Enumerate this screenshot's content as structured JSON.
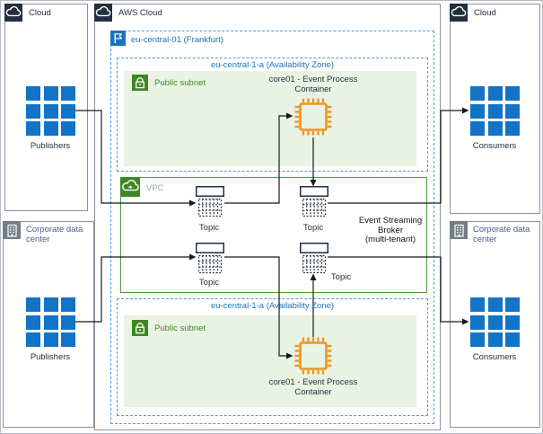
{
  "boxes": {
    "cloud_left": {
      "label": "Cloud"
    },
    "aws_cloud": {
      "label": "AWS Cloud"
    },
    "cloud_right": {
      "label": "Cloud"
    },
    "corp_left": {
      "label": "Corporate data center"
    },
    "corp_right": {
      "label": "Corporate data center"
    }
  },
  "region": {
    "label": "eu-central-01 (Frankfurt)"
  },
  "availability_zones": [
    {
      "label": "eu-central-1-a (Availability Zone)",
      "subnet": {
        "label": "Public subnet"
      },
      "container": {
        "line1": "core01 - Event Process",
        "line2": "Container"
      }
    },
    {
      "label": "eu-central-1-a (Availability Zone)",
      "subnet": {
        "label": "Public subnet"
      },
      "container": {
        "line1": "core01 - Event Process",
        "line2": "Container"
      }
    }
  ],
  "vpc": {
    "label": "VPC"
  },
  "topics": [
    {
      "label": "Topic"
    },
    {
      "label": "Topic"
    },
    {
      "label": "Topic"
    },
    {
      "label": "Topic"
    }
  ],
  "broker": {
    "line1": "Event Streaming",
    "line2": "Broker",
    "line3": "(multi-tenant)"
  },
  "actors": {
    "publishers_top": {
      "label": "Publishers"
    },
    "publishers_bottom": {
      "label": "Publishers"
    },
    "consumers_top": {
      "label": "Consumers"
    },
    "consumers_bottom": {
      "label": "Consumers"
    }
  },
  "icons": {
    "cloud_header": "cloud-icon",
    "corporate_header": "building-icon",
    "region_header": "flag-icon",
    "subnet_header": "lock-icon",
    "vpc_header": "vpc-cloud-icon",
    "event_process": "chip-icon",
    "topic": "queue-topic-icon",
    "actor_group": "grid-3x3-icon"
  },
  "colors": {
    "header_dark": "#232F3E",
    "corporate_icon_gray": "#757D87",
    "corporate_text": "#44618C",
    "region_blue": "#1A72B8",
    "dashed_border_blue": "#4D9CD6",
    "flag_blue": "#1B72BE",
    "subnet_green": "#3F8624",
    "subnet_fill": "#E9F3E3",
    "vpc_border_green": "#4C9C3C",
    "vpc_label_gray": "#9FA7AD",
    "container_orange": "#F0931F",
    "actor_grid_blue": "#1273C7",
    "connector_black": "#1A1A1A"
  }
}
